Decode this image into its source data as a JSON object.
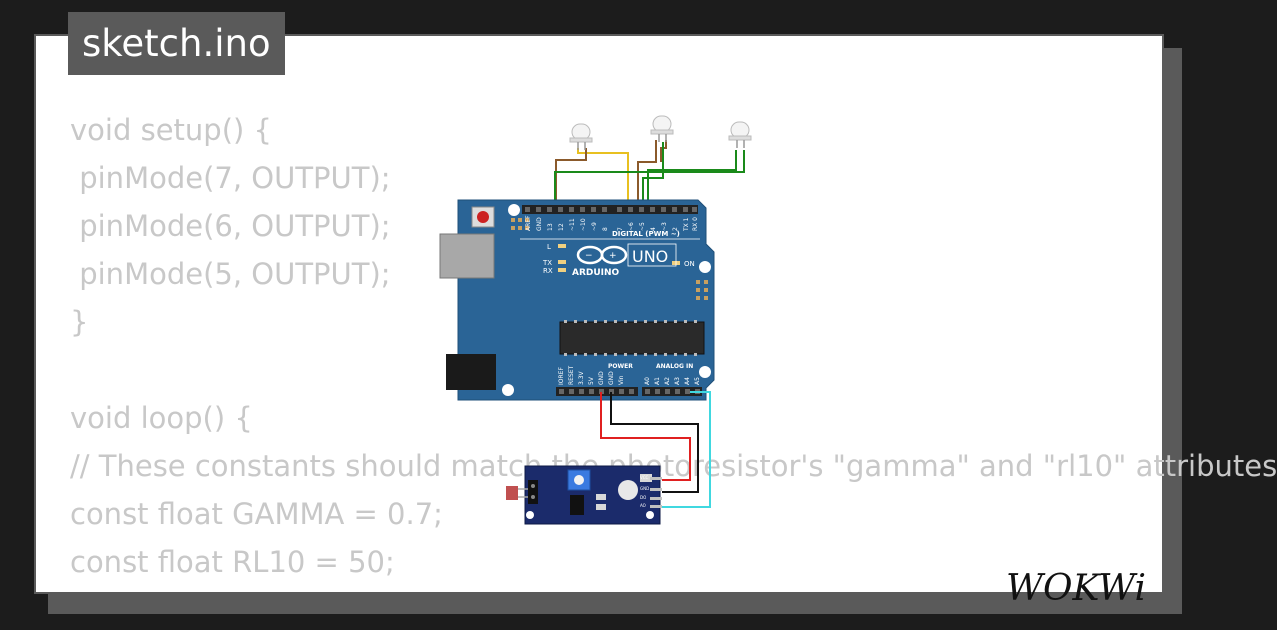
{
  "file_tab": {
    "label": "sketch.ino"
  },
  "code_lines": [
    "void setup() {",
    " pinMode(7, OUTPUT);",
    " pinMode(6, OUTPUT);",
    " pinMode(5, OUTPUT);",
    "}",
    "",
    "void loop() {",
    "// These constants should match the photoresistor's \"gamma\" and \"rl10\" attributes",
    "const float GAMMA = 0.7;",
    "const float RL10 = 50;"
  ],
  "board": {
    "brand": "ARDUINO",
    "model": "UNO",
    "digital_header": "DIGITAL (PWM ~)",
    "analog_header": "ANALOG IN",
    "power_header": "POWER",
    "on_label": "ON",
    "led_labels": [
      "L",
      "TX",
      "RX"
    ],
    "digital_pins": [
      "AREF",
      "GND",
      "13",
      "12",
      "~11",
      "~10",
      "~9",
      "8",
      "7",
      "~6",
      "~5",
      "4",
      "~3",
      "2",
      "TX 1",
      "RX 0"
    ],
    "power_pins": [
      "IOREF",
      "RESET",
      "3.3V",
      "5V",
      "GND",
      "GND",
      "Vin"
    ],
    "analog_pins": [
      "A0",
      "A1",
      "A2",
      "A3",
      "A4",
      "A5"
    ]
  },
  "sensor_module": {
    "pins": [
      "VCC",
      "GND",
      "DO",
      "AO"
    ]
  },
  "brand_logo": {
    "text": "WOKWi"
  },
  "colors": {
    "background": "#1c1c1c",
    "card": "#ffffff",
    "tag": "#5a5a5a",
    "code_text": "#c8c8c8",
    "board_blue": "#2a6496",
    "module_blue": "#1b2b6b",
    "wire_yellow": "#e8c020",
    "wire_brown": "#8b5a2b",
    "wire_green": "#1a8a1a",
    "wire_red": "#e02020",
    "wire_black": "#111111",
    "wire_cyan": "#40d8e0"
  }
}
